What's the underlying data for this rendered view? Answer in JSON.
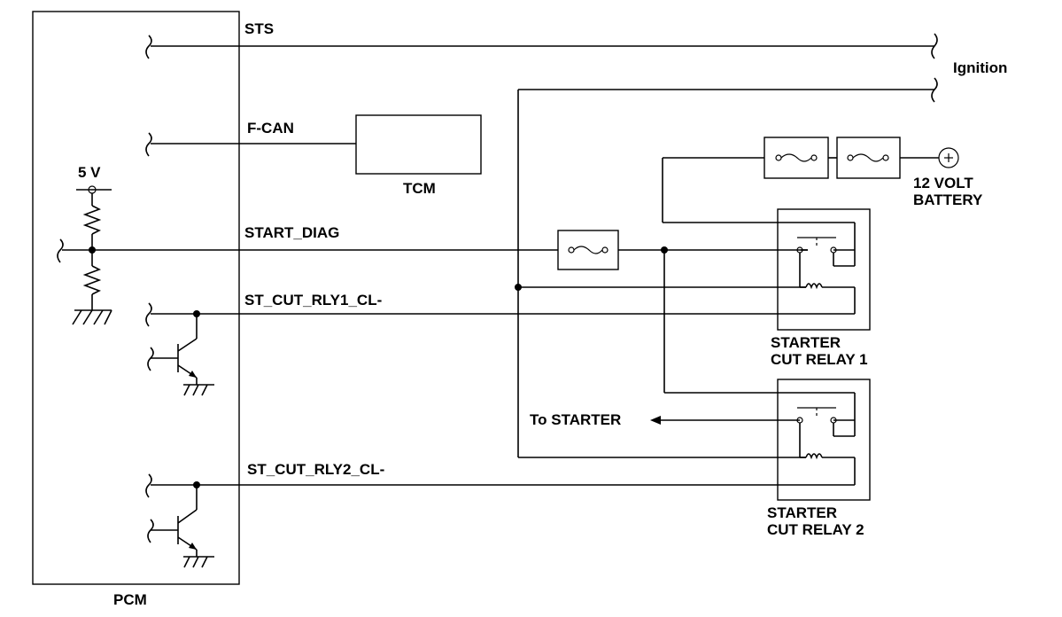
{
  "labels": {
    "sts": "STS",
    "ignition": "Ignition",
    "fcan": "F-CAN",
    "tcm": "TCM",
    "five_v": "5 V",
    "start_diag": "START_DIAG",
    "battery_line1": "12 VOLT",
    "battery_line2": "BATTERY",
    "st_cut_rly1": "ST_CUT_RLY1_CL-",
    "relay1_line1": "STARTER",
    "relay1_line2": "CUT RELAY 1",
    "to_starter": "To STARTER",
    "st_cut_rly2": "ST_CUT_RLY2_CL-",
    "relay2_line1": "STARTER",
    "relay2_line2": "CUT RELAY 2",
    "pcm": "PCM"
  },
  "colors": {
    "line": "#000000",
    "background": "#ffffff"
  }
}
